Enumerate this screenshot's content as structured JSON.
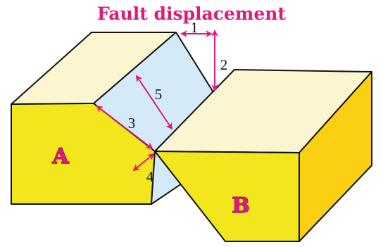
{
  "title": "Fault displacement",
  "colors": {
    "title": "#e0197d",
    "arrow": "#e0197d",
    "block_top": "#fbf6cf",
    "block_front": "#f3e61c",
    "block_side": "#fbcf12",
    "fault_plane": "#d5eaf8",
    "outline": "#111111",
    "block_label": "#e0197d"
  },
  "blocks": {
    "a": "A",
    "b": "B"
  },
  "measurements": [
    {
      "id": "1",
      "label": "1"
    },
    {
      "id": "2",
      "label": "2"
    },
    {
      "id": "3",
      "label": "3"
    },
    {
      "id": "4",
      "label": "4"
    },
    {
      "id": "5",
      "label": "5"
    }
  ]
}
